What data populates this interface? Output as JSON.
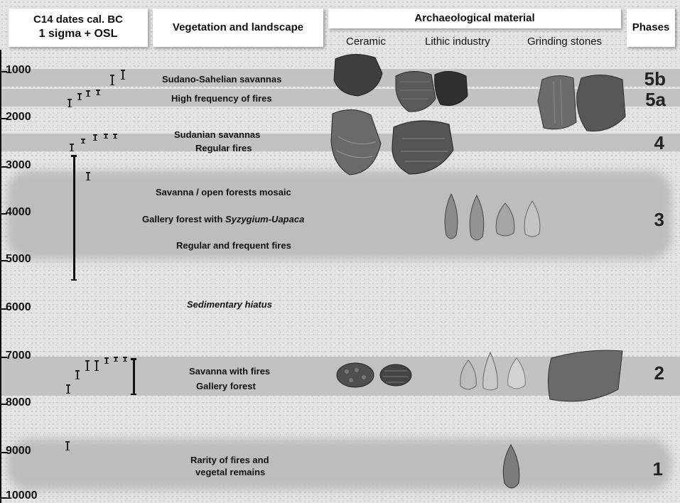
{
  "headers": {
    "dates_line1": "C14 dates cal. BC",
    "dates_line2": "1 sigma + OSL",
    "vegetation": "Vegetation and landscape",
    "archaeo": "Archaeological material",
    "phases": "Phases"
  },
  "subheaders": {
    "ceramic": "Ceramic",
    "lithic": "Lithic industry",
    "grinding": "Grinding stones"
  },
  "axis_ticks": [
    "1000",
    "2000",
    "3000",
    "4000",
    "5000",
    "6000",
    "7000",
    "8000",
    "9000",
    "10000"
  ],
  "vegetation": {
    "v1": "Sudano-Sahelian savannas",
    "v2": "High frequency of fires",
    "v3a": "Sudanian savannas",
    "v3b": "Regular fires",
    "v4": "Savanna / open forests mosaic",
    "v5_prefix": "Gallery forest with ",
    "v5_italic": "Syzygium-Uapaca",
    "v6": "Regular and frequent fires",
    "v7": "Sedimentary hiatus",
    "v8": "Savanna with fires",
    "v9": "Gallery forest",
    "v10a": "Rarity of fires and",
    "v10b": "vegetal remains"
  },
  "phases": [
    "5b",
    "5a",
    "4",
    "3",
    "2",
    "1"
  ],
  "colors": {
    "band": "#c2c2c2",
    "background": "#e4e4e4",
    "header_bg": "#ffffff"
  }
}
